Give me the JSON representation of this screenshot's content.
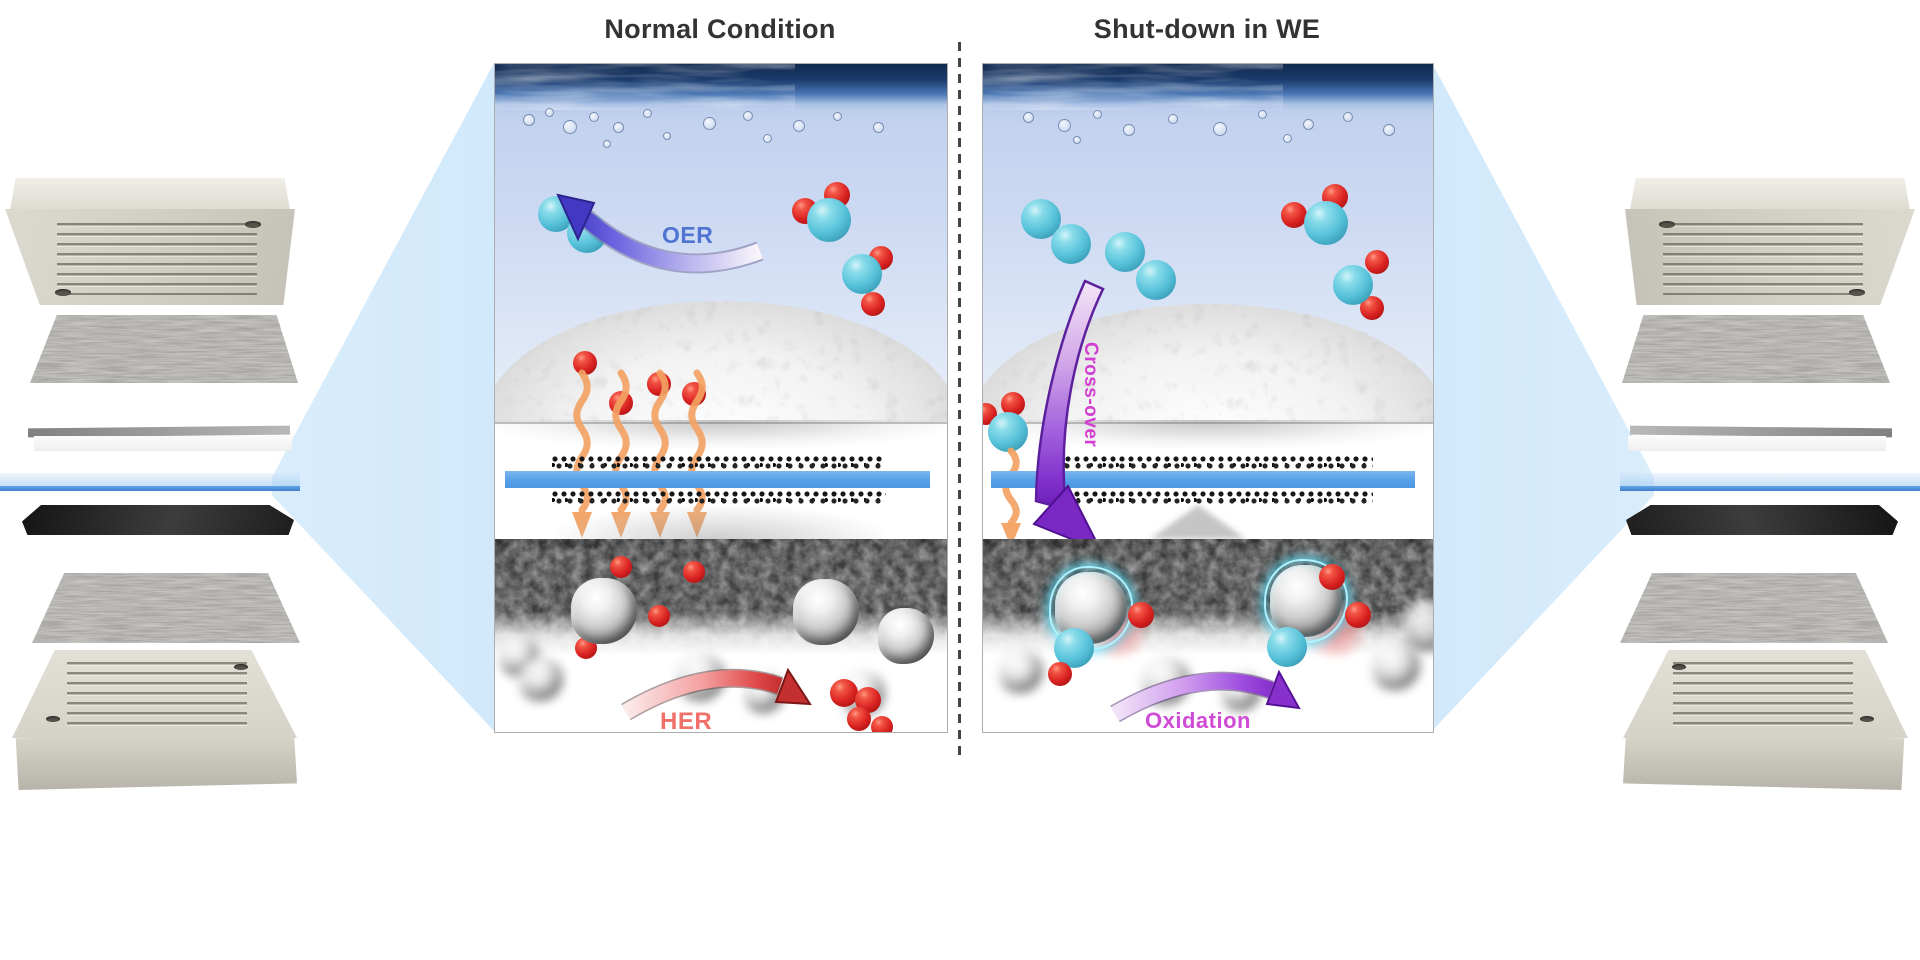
{
  "figure": {
    "left_title": "Normal Condition",
    "right_title": "Shut-down in WE",
    "labels": {
      "oer": "OER",
      "her": "HER",
      "crossover": "Cross-over",
      "oxidation": "Oxidation"
    },
    "colors": {
      "oer_label": "#4f74d2",
      "her_label": "#f0706a",
      "crossover_label": "#d23fd2",
      "oxidation_label": "#cf4bd5",
      "membrane_band_blue": "#55a0e8",
      "proton_arrow_orange": "#f2a263",
      "magnifier_beam_blue": "#cbe4fa",
      "hydrogen_atom_red": "#e63232",
      "oxygen_atom_cyan": "#5bc4da",
      "divider_dash": "#444444",
      "title_text": "#333333"
    }
  }
}
